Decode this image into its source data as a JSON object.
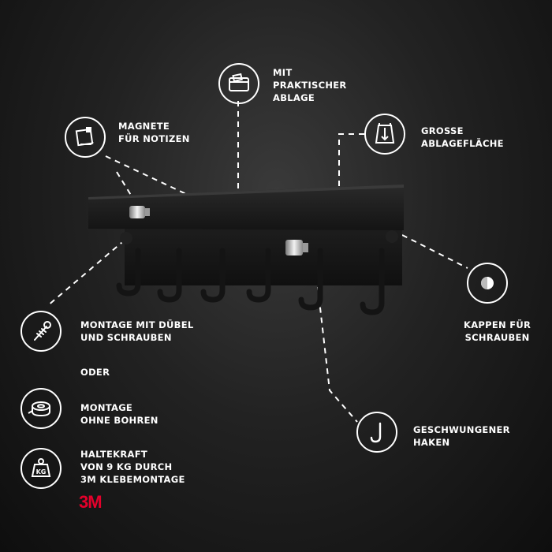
{
  "features": {
    "ablage": [
      "MIT",
      "PRAKTISCHER",
      "ABLAGE"
    ],
    "magnete": [
      "MAGNETE",
      "FÜR NOTIZEN"
    ],
    "flaeche": [
      "GROßE",
      "ABLAGEFLÄCHE"
    ],
    "kappen": [
      "KAPPEN FÜR",
      "SCHRAUBEN"
    ],
    "haken": [
      "GESCHWUNGENER",
      "HAKEN"
    ],
    "montage_duebel": [
      "MONTAGE MIT DÜBEL",
      "UND SCHRAUBEN"
    ],
    "oder": "ODER",
    "montage_ohne": [
      "MONTAGE",
      "OHNE BOHREN"
    ],
    "haltekraft": [
      "HALTEKRAFT",
      "VON 9 KG DURCH",
      "3M KLEBEMONTAGE"
    ]
  },
  "icons": {
    "kg_text": "KG",
    "hook_glyph": "J"
  },
  "brand": {
    "logo": "3M",
    "logo_color": "#e4002b"
  },
  "colors": {
    "background": "#1a1a1a",
    "rack": "#1c1c1c",
    "line": "#ffffff"
  }
}
